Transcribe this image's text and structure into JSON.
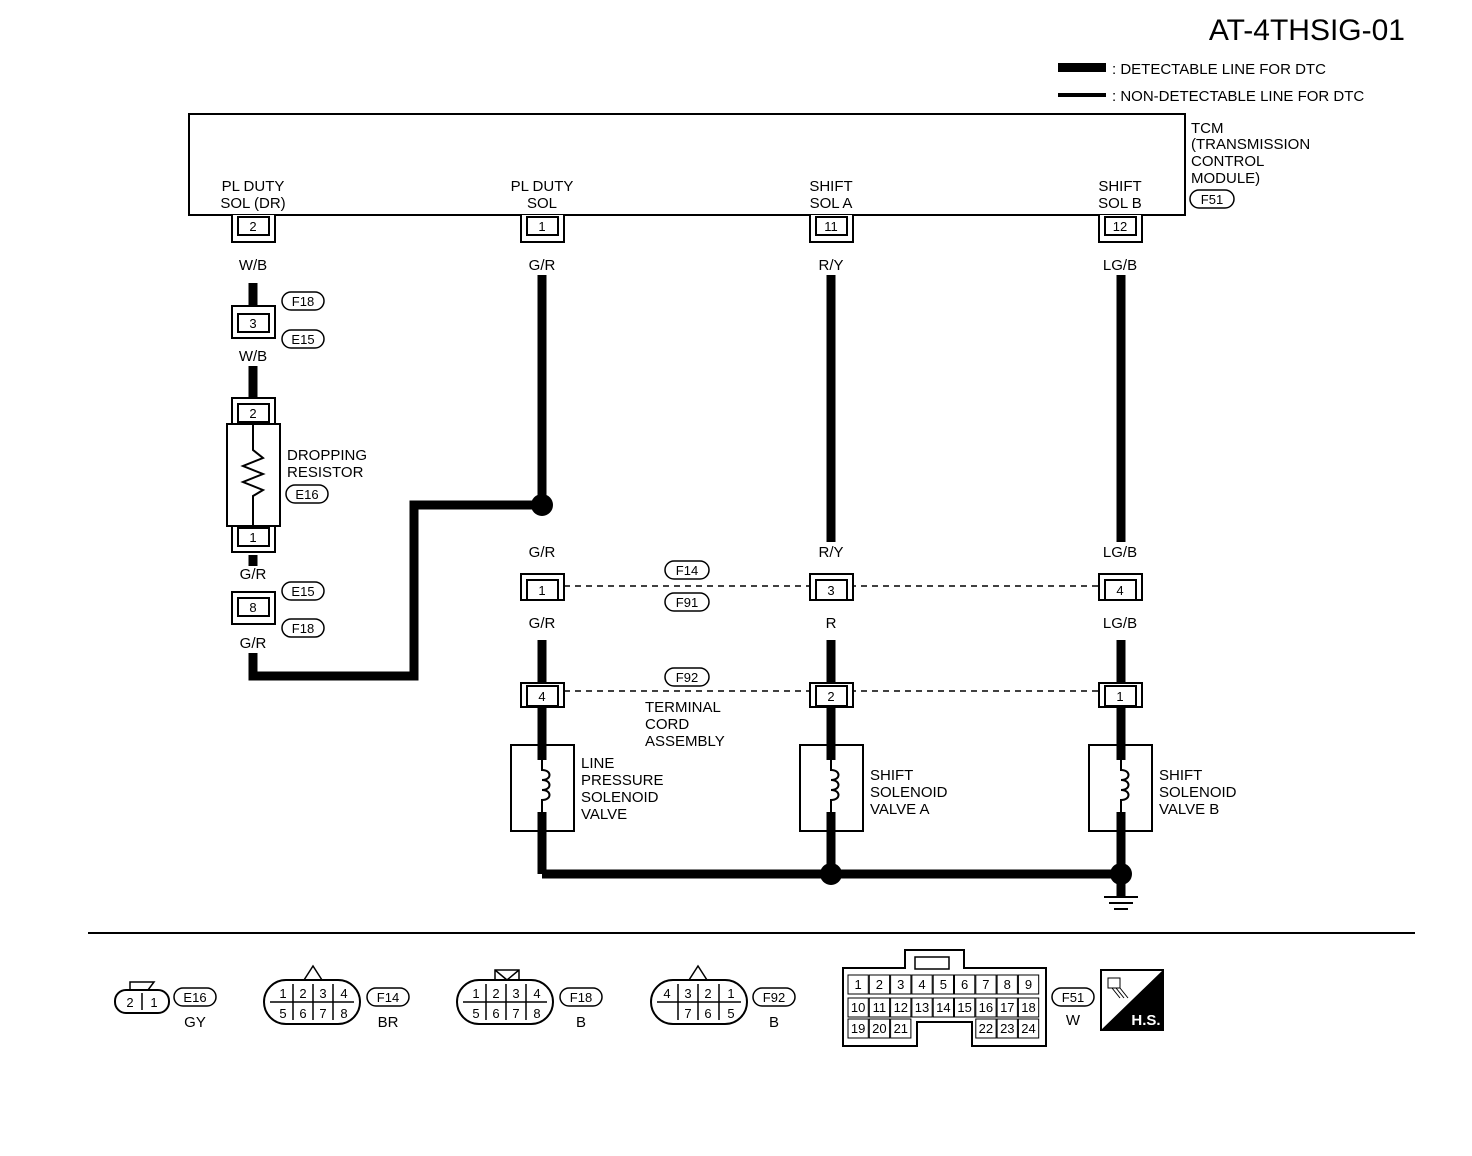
{
  "title": "AT-4THSIG-01",
  "legend": {
    "detectable": ": DETECTABLE LINE FOR DTC",
    "non_detectable": ": NON-DETECTABLE LINE FOR DTC"
  },
  "tcm": {
    "lines": [
      "TCM",
      "(TRANSMISSION",
      "CONTROL",
      "MODULE)"
    ],
    "connector": "F51"
  },
  "tcm_terminals": [
    {
      "label1": "PL DUTY",
      "label2": "SOL (DR)",
      "pin": "2",
      "wire": "W/B"
    },
    {
      "label1": "PL DUTY",
      "label2": "SOL",
      "pin": "1",
      "wire": "G/R"
    },
    {
      "label1": "SHIFT",
      "label2": "SOL A",
      "pin": "11",
      "wire": "R/Y"
    },
    {
      "label1": "SHIFT",
      "label2": "SOL B",
      "pin": "12",
      "wire": "LG/B"
    }
  ],
  "left_branch": {
    "conn_upper_pin": "3",
    "conn_upper_tags": [
      "F18",
      "E15"
    ],
    "wire_after_upper": "W/B",
    "resistor_top_pin": "2",
    "resistor_bottom_pin": "1",
    "resistor_lines": [
      "DROPPING",
      "RESISTOR"
    ],
    "resistor_tag": "E16",
    "wire_after_resistor": "G/R",
    "conn_lower_pin": "8",
    "conn_lower_tags": [
      "E15",
      "F18"
    ],
    "wire_end": "G/R"
  },
  "mid_connector": {
    "tags": [
      "F14",
      "F91"
    ],
    "pins": [
      "1",
      "3",
      "4"
    ],
    "wires_above": [
      "G/R",
      "R/Y",
      "LG/B"
    ],
    "wires_below": [
      "G/R",
      "R",
      "LG/B"
    ]
  },
  "terminal_cord": {
    "tag": "F92",
    "pins": [
      "4",
      "2",
      "1"
    ],
    "lines": [
      "TERMINAL",
      "CORD",
      "ASSEMBLY"
    ]
  },
  "solenoids": [
    {
      "lines": [
        "LINE",
        "PRESSURE",
        "SOLENOID",
        "VALVE"
      ]
    },
    {
      "lines": [
        "SHIFT",
        "SOLENOID",
        "VALVE A"
      ]
    },
    {
      "lines": [
        "SHIFT",
        "SOLENOID",
        "VALVE B"
      ]
    }
  ],
  "connector_views": {
    "e16": {
      "pins": [
        "2",
        "1"
      ],
      "tag": "E16",
      "color": "GY"
    },
    "f14": {
      "row1": [
        "1",
        "2",
        "3",
        "4"
      ],
      "row2": [
        "5",
        "6",
        "7",
        "8"
      ],
      "tag": "F14",
      "color": "BR"
    },
    "f18": {
      "row1": [
        "1",
        "2",
        "3",
        "4"
      ],
      "row2": [
        "5",
        "6",
        "7",
        "8"
      ],
      "tag": "F18",
      "color": "B"
    },
    "f92": {
      "row1": [
        "4",
        "3",
        "2",
        "1"
      ],
      "row2": [
        "7",
        "6",
        "5"
      ],
      "tag": "F92",
      "color": "B"
    },
    "f51": {
      "row1": [
        "1",
        "2",
        "3",
        "4",
        "5",
        "6",
        "7",
        "8",
        "9"
      ],
      "row2": [
        "10",
        "11",
        "12",
        "13",
        "14",
        "15",
        "16",
        "17",
        "18"
      ],
      "row3a": [
        "19",
        "20",
        "21"
      ],
      "row3b": [
        "22",
        "23",
        "24"
      ],
      "tag": "F51",
      "color": "W"
    },
    "hs_label": "H.S."
  }
}
